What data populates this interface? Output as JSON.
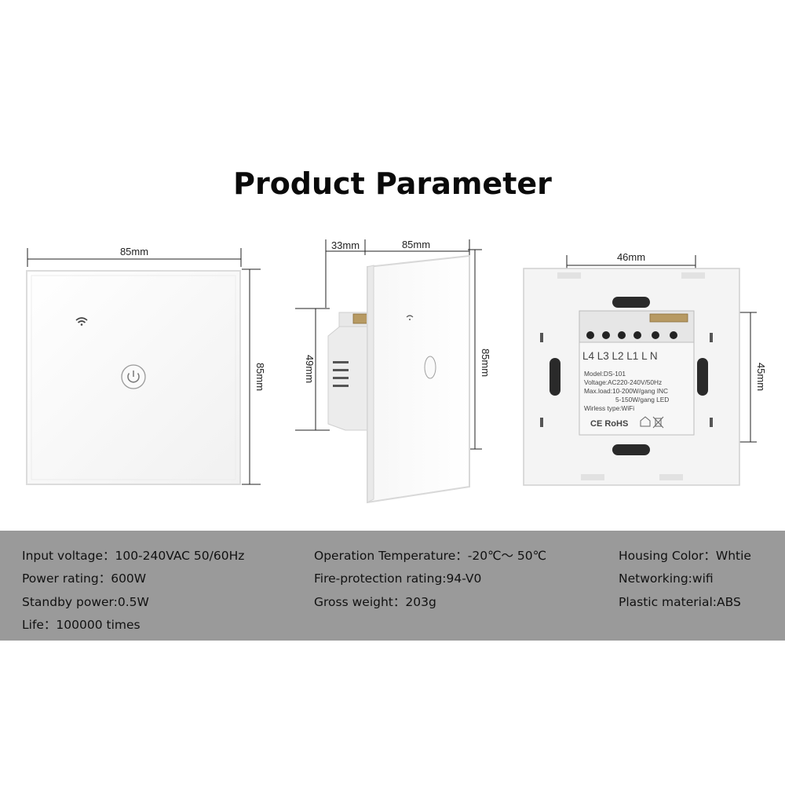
{
  "title": "Product Parameter",
  "front_view": {
    "width_label": "85mm",
    "height_label": "85mm"
  },
  "side_view": {
    "depth_label": "33mm",
    "width_label": "85mm",
    "height_label": "85mm",
    "body_label": "49mm"
  },
  "back_view": {
    "width_label": "46mm",
    "height_label": "45mm",
    "terminals": "L4 L3 L2 L1  L  N",
    "model": "Model:DS-101",
    "voltage": "Voltage:AC220-240V/50Hz",
    "maxload_inc": "Max.load:10-200W/gang  INC",
    "maxload_led": "5-150W/gang  LED",
    "wireless": "Wirless type:WiFi",
    "certs": "CE RoHS"
  },
  "specs": {
    "col1": [
      "Input voltage：100-240VAC 50/60Hz",
      "Power rating：600W",
      "Standby power:0.5W",
      "Life：100000 times"
    ],
    "col2": [
      "Operation Temperature：-20℃～ 50℃",
      "Fire-protection rating:94-V0",
      "Gross weight：203g"
    ],
    "col3": [
      "Housing Color：Whtie",
      "Networking:wifi",
      "Plastic material:ABS"
    ]
  }
}
